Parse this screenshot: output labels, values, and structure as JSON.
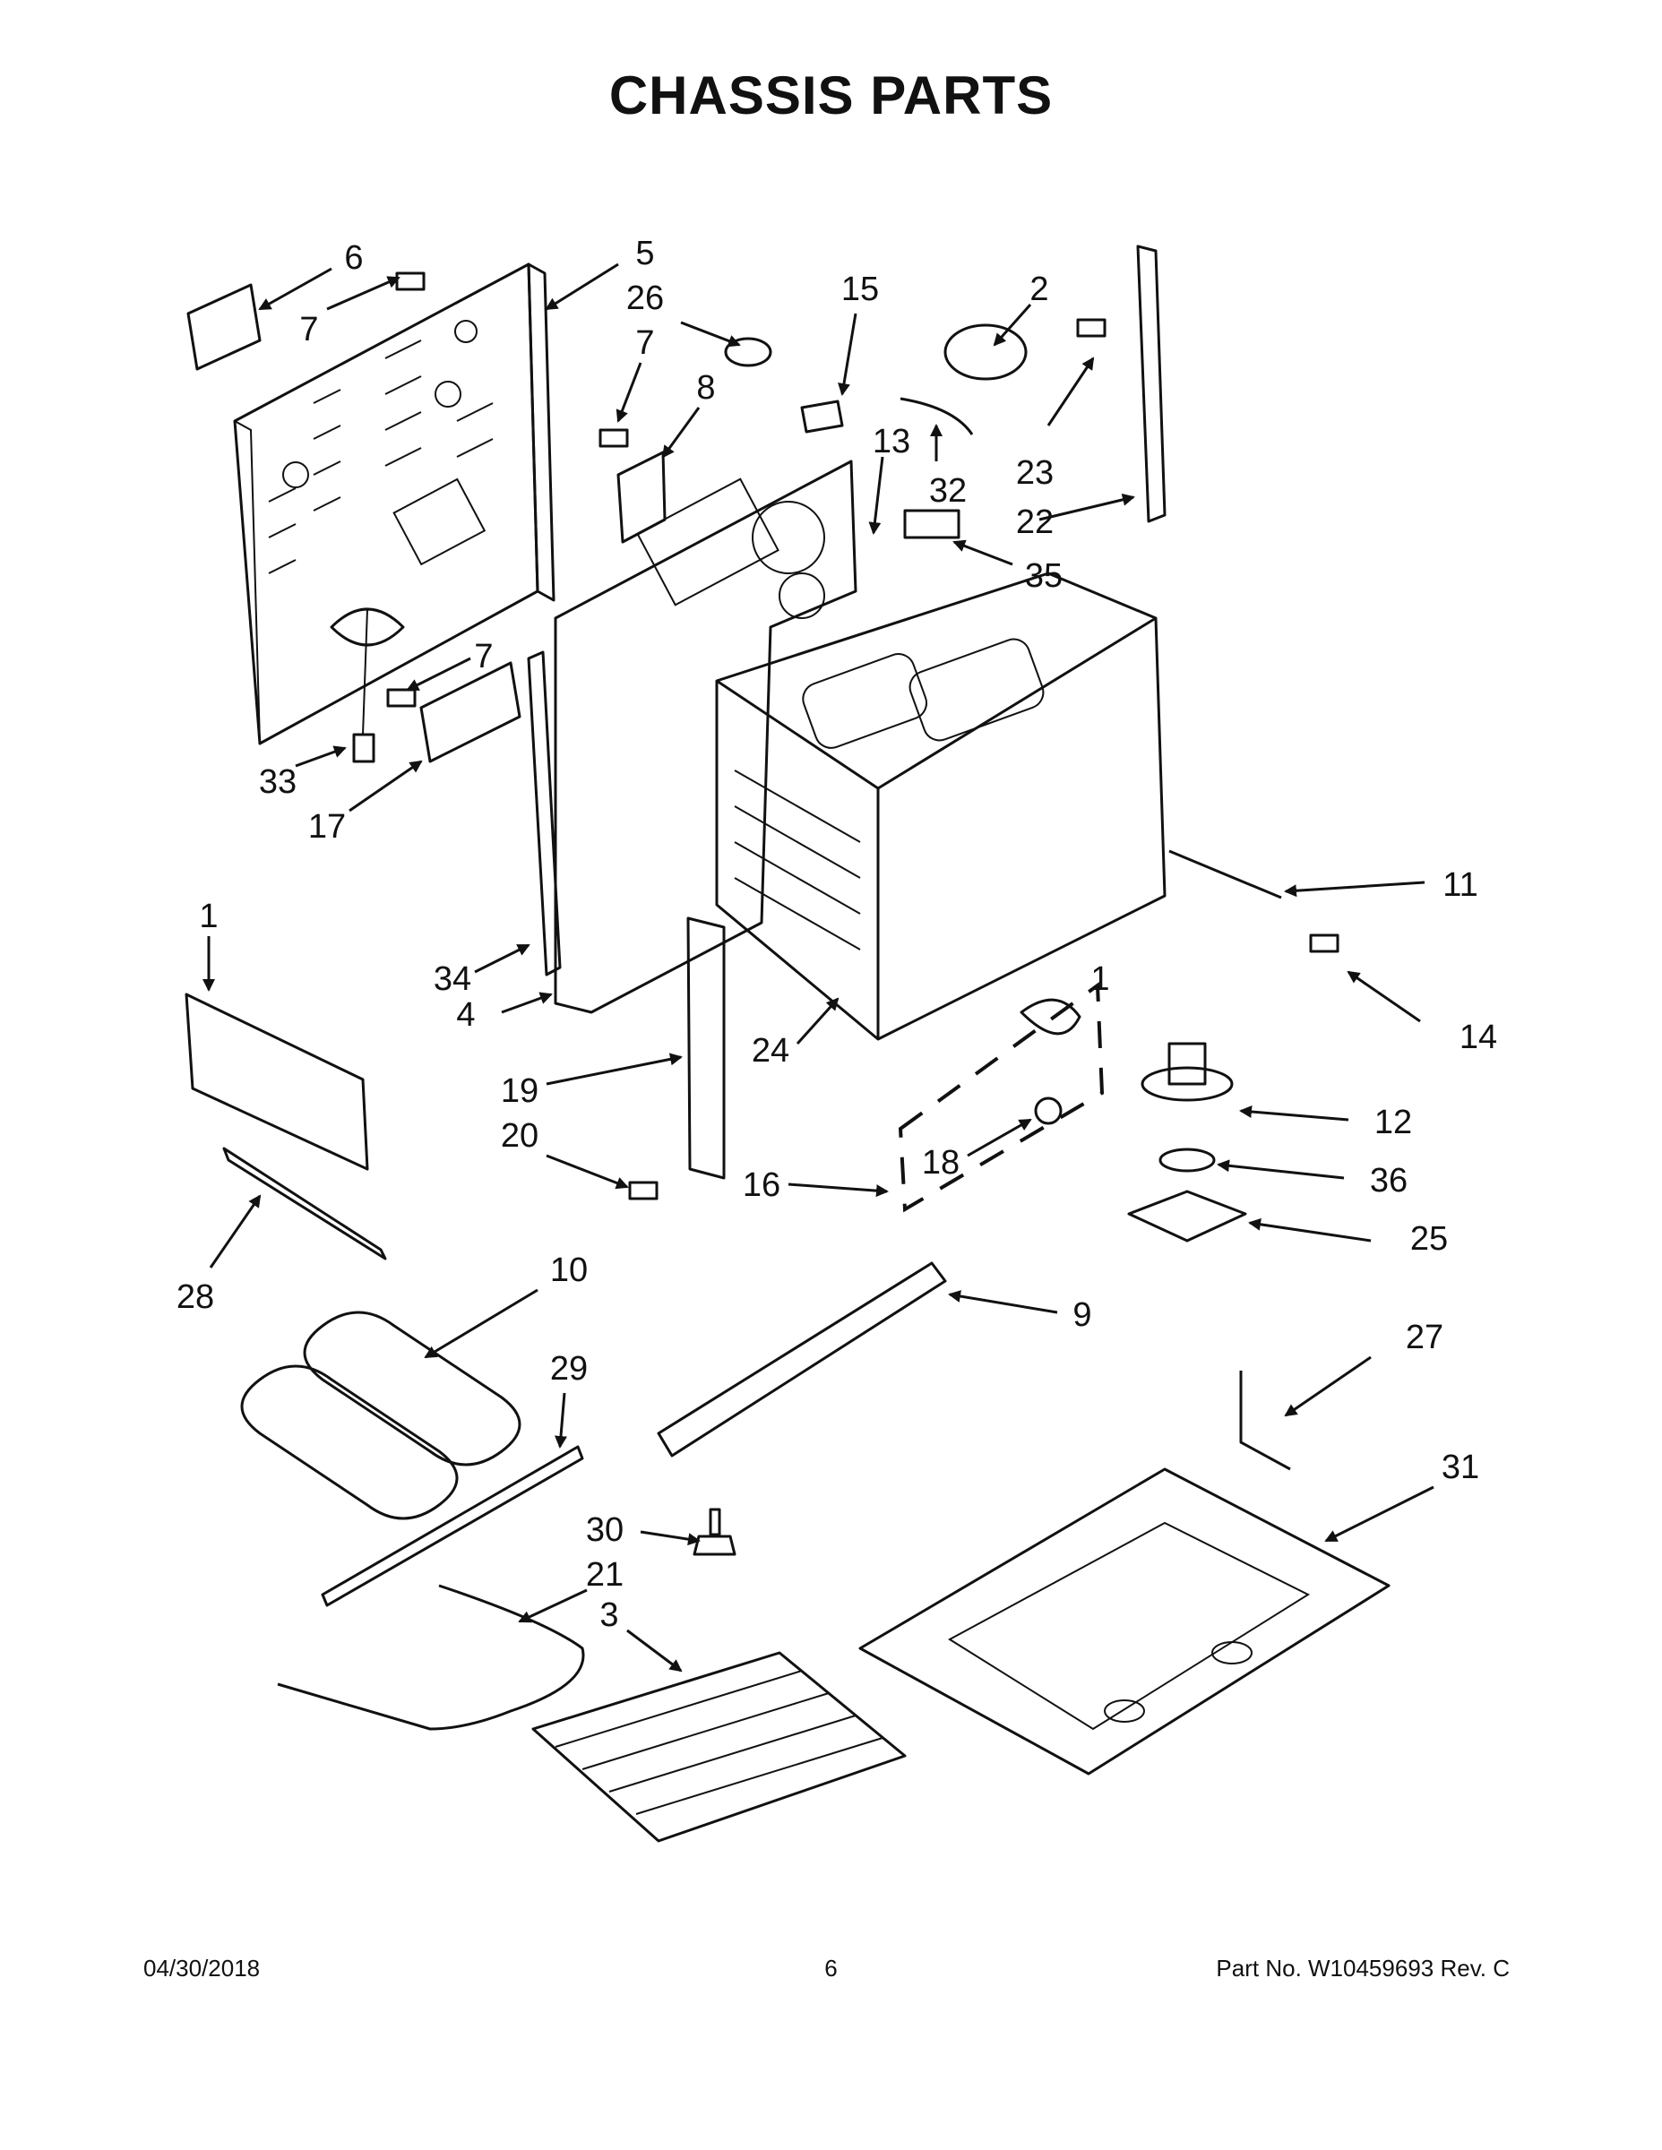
{
  "title": "CHASSIS PARTS",
  "footer": {
    "date": "04/30/2018",
    "page": "6",
    "part_no": "Part No.  W10459693  Rev.  C"
  },
  "callouts": [
    {
      "id": "6",
      "label": "6"
    },
    {
      "id": "7a",
      "label": "7"
    },
    {
      "id": "5",
      "label": "5"
    },
    {
      "id": "26",
      "label": "26"
    },
    {
      "id": "7b",
      "label": "7"
    },
    {
      "id": "8",
      "label": "8"
    },
    {
      "id": "15",
      "label": "15"
    },
    {
      "id": "2",
      "label": "2"
    },
    {
      "id": "13",
      "label": "13"
    },
    {
      "id": "32",
      "label": "32"
    },
    {
      "id": "23",
      "label": "23"
    },
    {
      "id": "22",
      "label": "22"
    },
    {
      "id": "35",
      "label": "35"
    },
    {
      "id": "7c",
      "label": "7"
    },
    {
      "id": "33",
      "label": "33"
    },
    {
      "id": "17",
      "label": "17"
    },
    {
      "id": "11",
      "label": "11"
    },
    {
      "id": "1a",
      "label": "1"
    },
    {
      "id": "1b",
      "label": "1"
    },
    {
      "id": "34",
      "label": "34"
    },
    {
      "id": "14",
      "label": "14"
    },
    {
      "id": "4",
      "label": "4"
    },
    {
      "id": "19",
      "label": "19"
    },
    {
      "id": "24",
      "label": "24"
    },
    {
      "id": "12",
      "label": "12"
    },
    {
      "id": "20",
      "label": "20"
    },
    {
      "id": "18",
      "label": "18"
    },
    {
      "id": "36",
      "label": "36"
    },
    {
      "id": "16",
      "label": "16"
    },
    {
      "id": "25",
      "label": "25"
    },
    {
      "id": "28",
      "label": "28"
    },
    {
      "id": "10",
      "label": "10"
    },
    {
      "id": "9",
      "label": "9"
    },
    {
      "id": "27",
      "label": "27"
    },
    {
      "id": "29",
      "label": "29"
    },
    {
      "id": "31",
      "label": "31"
    },
    {
      "id": "30",
      "label": "30"
    },
    {
      "id": "21",
      "label": "21"
    },
    {
      "id": "3",
      "label": "3"
    }
  ]
}
